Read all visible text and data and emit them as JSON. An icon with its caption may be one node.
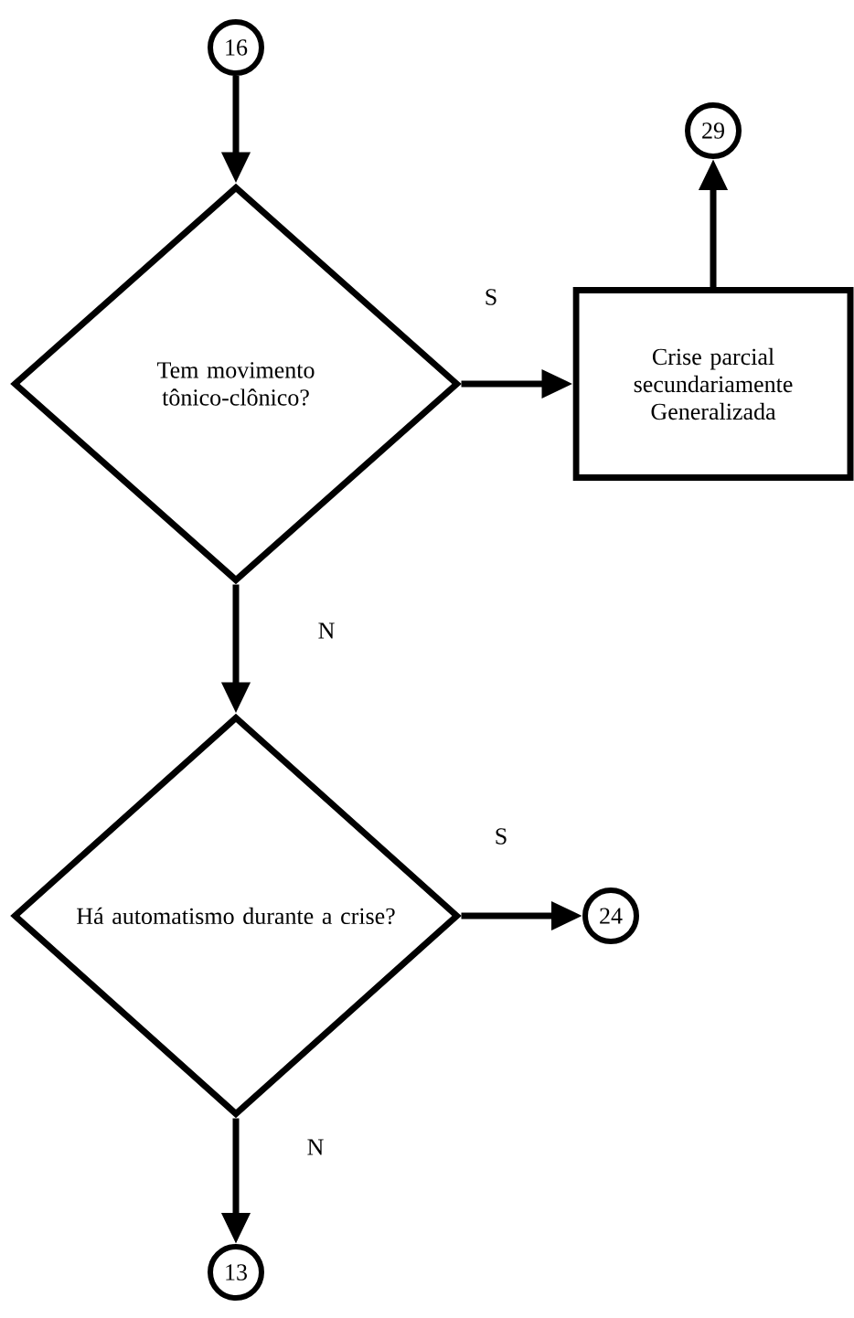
{
  "diagram": {
    "nodes": [
      {
        "text": [
          "16"
        ]
      },
      {
        "text": [
          "Tem movimento tônico-clônico?"
        ]
      },
      {
        "text": [
          "Crise parcial secundariamente Generalizada"
        ]
      },
      {
        "text": [
          "29"
        ]
      },
      {
        "text": [
          "Há automatismo durante a crise?"
        ]
      },
      {
        "text": [
          "24"
        ]
      },
      {
        "text": [
          "13"
        ]
      }
    ],
    "edges": [
      {
        "from": 0,
        "to": 1,
        "arrow": "to"
      },
      {
        "from": 1,
        "to": 2,
        "arrow": "to",
        "label": "S"
      },
      {
        "from": 2,
        "to": 3,
        "arrow": "to"
      },
      {
        "from": 1,
        "to": 4,
        "arrow": "to",
        "label": "N"
      },
      {
        "from": 4,
        "to": 5,
        "arrow": "to",
        "label": "S"
      },
      {
        "from": 4,
        "to": 6,
        "arrow": "to",
        "label": "N"
      }
    ]
  }
}
